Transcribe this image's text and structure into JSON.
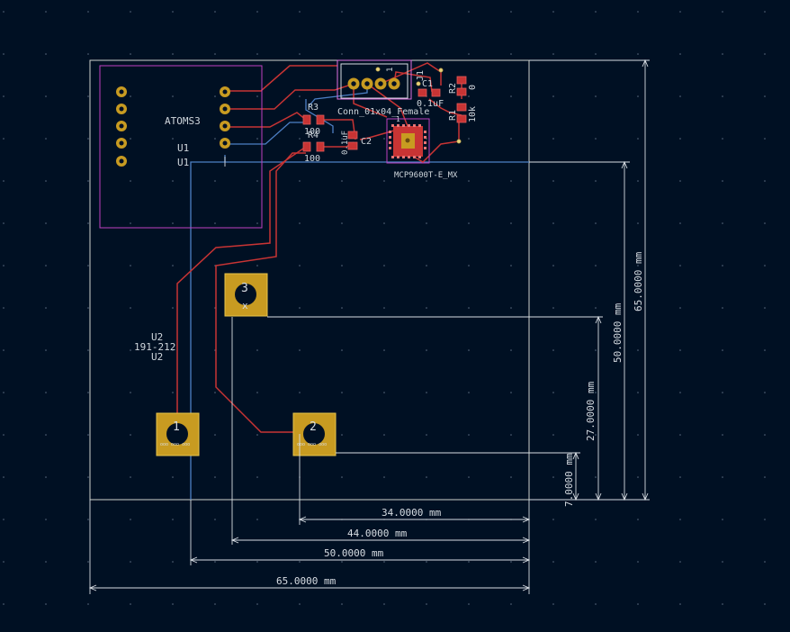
{
  "board": {
    "module_ref": "ATOMS3",
    "u1_value": "U1",
    "u1_ref": "U1",
    "u2_value": "U2",
    "u2_part": "191-212",
    "u2_ref": "U2",
    "connector_value": "Conn_01x04_Female",
    "connector_ref": "J1",
    "connector_pin1": "1",
    "sensor_value": "MCP9600T-E_MX",
    "sensor_pin": "1",
    "resistors": [
      {
        "ref": "R3",
        "value": "100"
      },
      {
        "ref": "R4",
        "value": "100"
      },
      {
        "ref": "R1",
        "value": "10k"
      },
      {
        "ref": "R2",
        "value": "0"
      }
    ],
    "capacitors": [
      {
        "ref": "C1",
        "value": "0.1uF"
      },
      {
        "ref": "C2",
        "value": "0.1uF"
      }
    ],
    "terminal_pads": [
      {
        "number": "1",
        "sub": "ooo ooo ooo"
      },
      {
        "number": "2",
        "sub": "ooo ooo ooo"
      },
      {
        "number": "3",
        "sub": "x"
      }
    ]
  },
  "dimensions": {
    "horizontal": [
      "34.0000 mm",
      "44.0000 mm",
      "50.0000 mm",
      "65.0000 mm"
    ],
    "vertical": [
      "7.0000 mm",
      "27.0000 mm",
      "50.0000 mm",
      "65.0000 mm"
    ]
  },
  "colors": {
    "background": "#001023",
    "copper_front": "#c83434",
    "copper_back": "#4d7fc4",
    "pad": "#c89b21",
    "courtyard": "#c040c0",
    "edge_cuts": "#d0d2cd"
  }
}
